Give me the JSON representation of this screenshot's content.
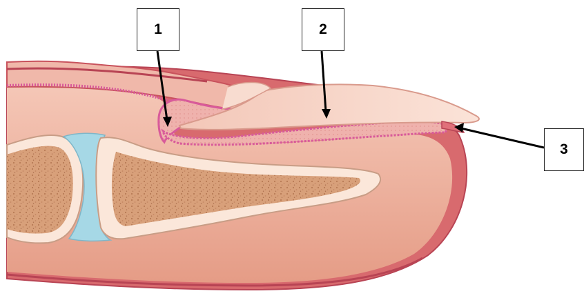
{
  "labels": [
    {
      "id": "1",
      "text": "1"
    },
    {
      "id": "2",
      "text": "2"
    },
    {
      "id": "3",
      "text": "3"
    }
  ],
  "colors": {
    "skin_outer": "#e8a39a",
    "skin_edge": "#c9505a",
    "tissue": "#f1b8a6",
    "tissue_dark": "#e49a86",
    "nail_plate": "#f6d6c8",
    "nail_bed": "#e9a7a3",
    "nail_matrix_dots": "#d85a9a",
    "bone_cortex": "#fbe7da",
    "bone_marrow": "#d59a72",
    "cartilage": "#9fd3e3",
    "arrow": "#000000"
  }
}
